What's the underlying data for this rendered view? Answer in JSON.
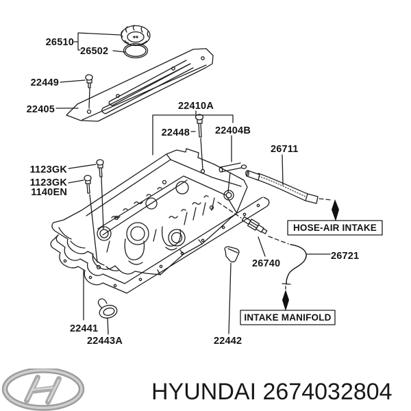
{
  "labels": {
    "p26510": "26510",
    "p26502": "26502",
    "p22449": "22449",
    "p22405": "22405",
    "p22410a": "22410A",
    "p22448": "22448",
    "p22404b": "22404B",
    "p26711": "26711",
    "p1123gk_a": "1123GK",
    "p1123gk_b": "1123GK",
    "p1140en": "1140EN",
    "p26740": "26740",
    "p26721": "26721",
    "p22441": "22441",
    "p22443a": "22443A",
    "p22442": "22442"
  },
  "callouts": {
    "hose_air_intake": "HOSE-AIR INTAKE",
    "intake_manifold": "INTAKE MANIFOLD"
  },
  "footer": {
    "brand": "HYUNDAI",
    "part_number": "2674032804",
    "logo": "hyundai-logo"
  },
  "colors": {
    "line": "#1c1c1c",
    "background": "#ffffff",
    "logo_silver": "#b5b5b5"
  }
}
